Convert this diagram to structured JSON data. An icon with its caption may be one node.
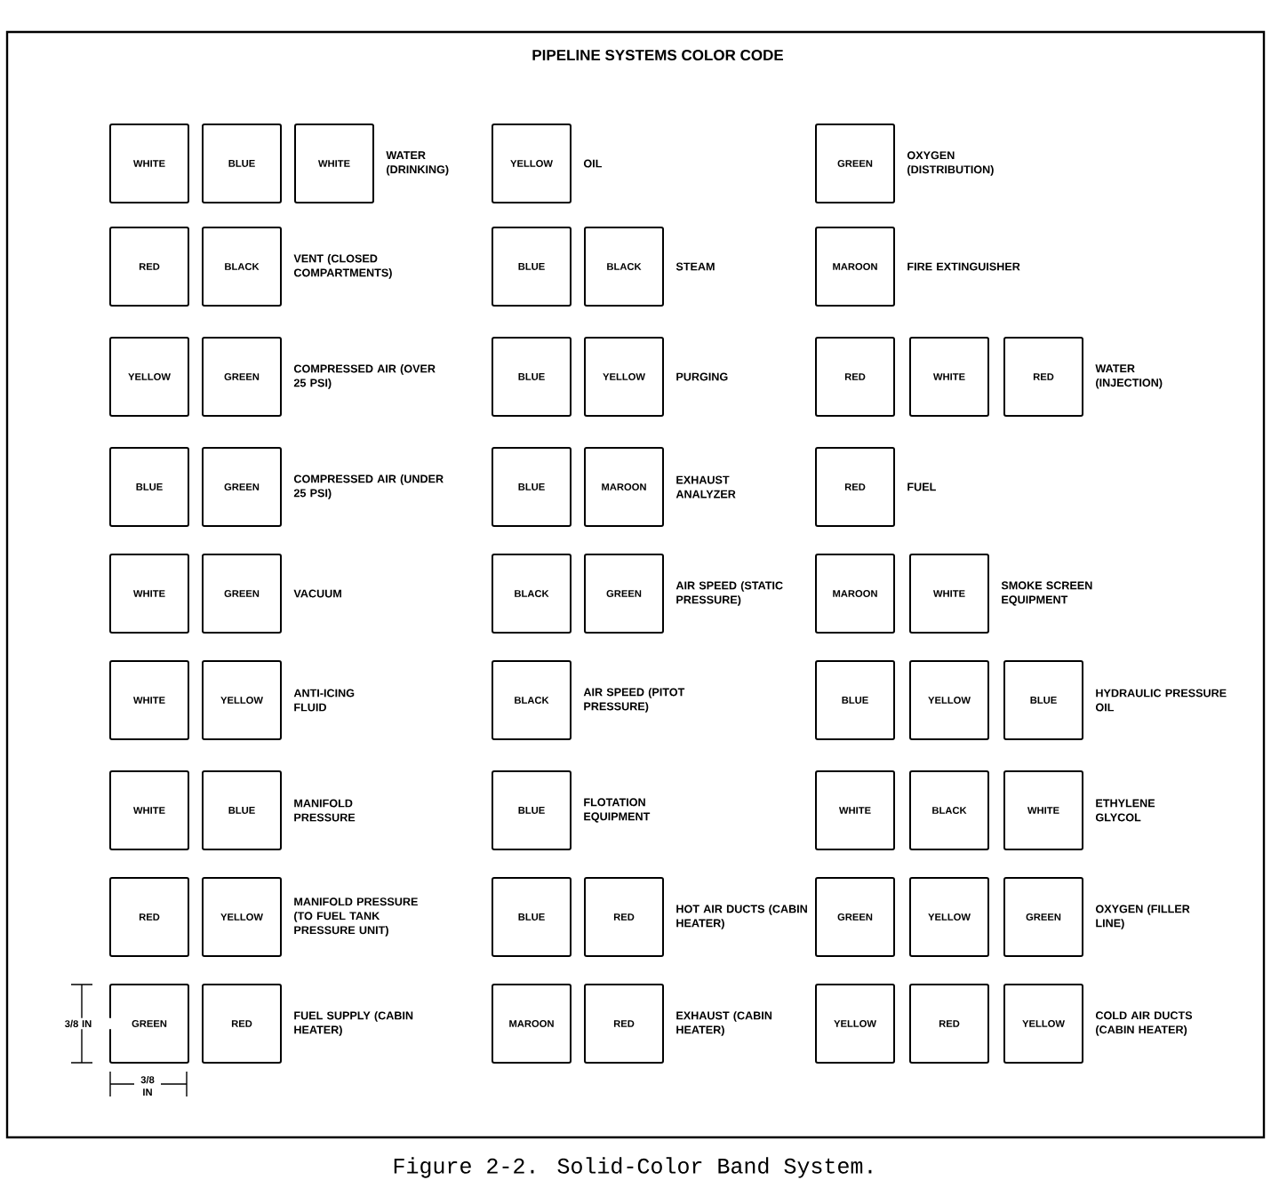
{
  "diagram": {
    "title": "PIPELINE SYSTEMS COLOR CODE",
    "caption": "Figure 2-2. Solid-Color Band System.",
    "nodes": [
      {
        "text": [
          "WHITE"
        ]
      },
      {
        "text": [
          "BLUE"
        ]
      },
      {
        "text": [
          "WHITE"
        ],
        "beside": [
          "WATER (DRINKING)"
        ]
      },
      {
        "text": [
          "YELLOW"
        ],
        "beside": [
          "OIL"
        ]
      },
      {
        "text": [
          "GREEN"
        ],
        "beside": [
          "OXYGEN (DISTRIBUTION)"
        ]
      },
      {
        "text": [
          "RED"
        ]
      },
      {
        "text": [
          "BLACK"
        ],
        "beside": [
          "VENT (CLOSED COMPARTMENTS)"
        ]
      },
      {
        "text": [
          "BLUE"
        ]
      },
      {
        "text": [
          "BLACK"
        ],
        "beside": [
          "STEAM"
        ]
      },
      {
        "text": [
          "MAROON"
        ],
        "beside": [
          "FIRE EXTINGUISHER"
        ]
      },
      {
        "text": [
          "YELLOW"
        ]
      },
      {
        "text": [
          "GREEN"
        ],
        "beside": [
          "COMPRESSED AIR (OVER 25 PSI)"
        ]
      },
      {
        "text": [
          "BLUE"
        ]
      },
      {
        "text": [
          "YELLOW"
        ],
        "beside": [
          "PURGING"
        ]
      },
      {
        "text": [
          "RED"
        ]
      },
      {
        "text": [
          "WHITE"
        ]
      },
      {
        "text": [
          "RED"
        ],
        "beside": [
          "WATER (INJECTION)"
        ]
      },
      {
        "text": [
          "BLUE"
        ]
      },
      {
        "text": [
          "GREEN"
        ],
        "beside": [
          "COMPRESSED AIR (UNDER 25 PSI)"
        ]
      },
      {
        "text": [
          "BLUE"
        ]
      },
      {
        "text": [
          "MAROON"
        ],
        "beside": [
          "EXHAUST ANALYZER"
        ]
      },
      {
        "text": [
          "RED"
        ],
        "beside": [
          "FUEL"
        ]
      },
      {
        "text": [
          "WHITE"
        ]
      },
      {
        "text": [
          "GREEN"
        ],
        "beside": [
          "VACUUM"
        ]
      },
      {
        "text": [
          "BLACK"
        ]
      },
      {
        "text": [
          "GREEN"
        ],
        "beside": [
          "AIR SPEED (STATIC PRESSURE)"
        ]
      },
      {
        "text": [
          "MAROON"
        ]
      },
      {
        "text": [
          "WHITE"
        ],
        "beside": [
          "SMOKE SCREEN EQUIPMENT"
        ]
      },
      {
        "text": [
          "WHITE"
        ]
      },
      {
        "text": [
          "YELLOW"
        ],
        "beside": [
          "ANTI-ICING FLUID"
        ]
      },
      {
        "text": [
          "BLACK"
        ],
        "beside": [
          "AIR SPEED (PITOT PRESSURE)"
        ]
      },
      {
        "text": [
          "BLUE"
        ]
      },
      {
        "text": [
          "YELLOW"
        ]
      },
      {
        "text": [
          "BLUE"
        ],
        "beside": [
          "HYDRAULIC PRESSURE OIL"
        ]
      },
      {
        "text": [
          "WHITE"
        ]
      },
      {
        "text": [
          "BLUE"
        ],
        "beside": [
          "MANIFOLD PRESSURE"
        ]
      },
      {
        "text": [
          "BLUE"
        ],
        "beside": [
          "FLOTATION EQUIPMENT"
        ]
      },
      {
        "text": [
          "WHITE"
        ]
      },
      {
        "text": [
          "BLACK"
        ]
      },
      {
        "text": [
          "WHITE"
        ],
        "beside": [
          "ETHYLENE GLYCOL"
        ]
      },
      {
        "text": [
          "RED"
        ]
      },
      {
        "text": [
          "YELLOW"
        ],
        "beside": [
          "MANIFOLD PRESSURE (TO FUEL TANK PRESSURE UNIT)"
        ]
      },
      {
        "text": [
          "BLUE"
        ]
      },
      {
        "text": [
          "RED"
        ],
        "beside": [
          "HOT AIR DUCTS (CABIN HEATER)"
        ]
      },
      {
        "text": [
          "GREEN"
        ]
      },
      {
        "text": [
          "YELLOW"
        ]
      },
      {
        "text": [
          "GREEN"
        ],
        "beside": [
          "OXYGEN (FILLER LINE)"
        ]
      },
      {
        "text": [
          "GREEN"
        ]
      },
      {
        "text": [
          "RED"
        ],
        "beside": [
          "FUEL SUPPLY (CABIN HEATER)"
        ]
      },
      {
        "text": [
          "MAROON"
        ]
      },
      {
        "text": [
          "RED"
        ],
        "beside": [
          "EXHAUST (CABIN HEATER)"
        ]
      },
      {
        "text": [
          "YELLOW"
        ]
      },
      {
        "text": [
          "RED"
        ]
      },
      {
        "text": [
          "YELLOW"
        ],
        "beside": [
          "COLD AIR DUCTS (CABIN HEATER)"
        ]
      }
    ],
    "labels": [
      "3/8 IN",
      "3/8 IN"
    ]
  }
}
